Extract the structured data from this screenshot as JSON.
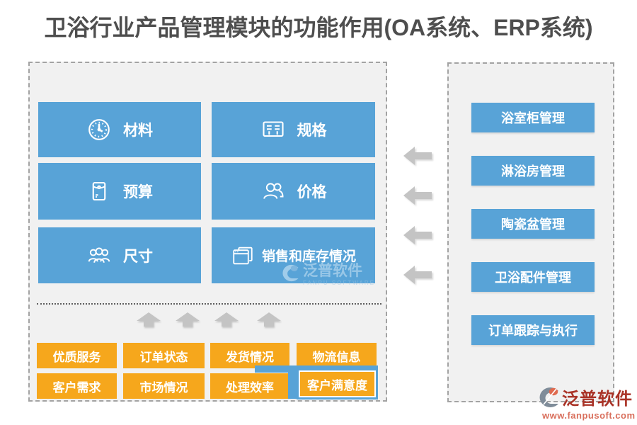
{
  "title": "卫浴行业产品管理模块的功能作用(OA系统、ERP系统)",
  "colors": {
    "module_blue": "#58a3d7",
    "factor_orange": "#f6a71c",
    "arrow_gray": "#c4c4c4",
    "panel_bg": "#f1f1f1",
    "title_gray": "#4e4e4e",
    "logo_red": "#a93226",
    "logo_url_red": "#d96f5c"
  },
  "left_panel": {
    "modules": [
      {
        "label": "材料",
        "icon": "clock-icon"
      },
      {
        "label": "规格",
        "icon": "spec-sheet-icon"
      },
      {
        "label": "预算",
        "icon": "envelope-icon"
      },
      {
        "label": "价格",
        "icon": "two-users-icon"
      },
      {
        "label": "尺寸",
        "icon": "user-group-icon"
      },
      {
        "label": "销售和库存情况",
        "icon": "stacked-windows-icon"
      }
    ],
    "factors_row1": [
      "优质服务",
      "订单状态",
      "发货情况",
      "物流信息"
    ],
    "factors_row2": [
      "客户需求",
      "市场情况",
      "处理效率",
      "客户满意度"
    ],
    "up_arrow_count": 4
  },
  "middle": {
    "left_arrow_count": 4
  },
  "right_panel": {
    "items": [
      "浴室柜管理",
      "淋浴房管理",
      "陶瓷盆管理",
      "卫浴配件管理",
      "订单跟踪与执行"
    ]
  },
  "watermark": {
    "brand": "泛普软件",
    "sub": "FANPU SOFTWARE"
  },
  "logo": {
    "brand": "泛普软件",
    "site": "www.fanpusoft.com"
  }
}
